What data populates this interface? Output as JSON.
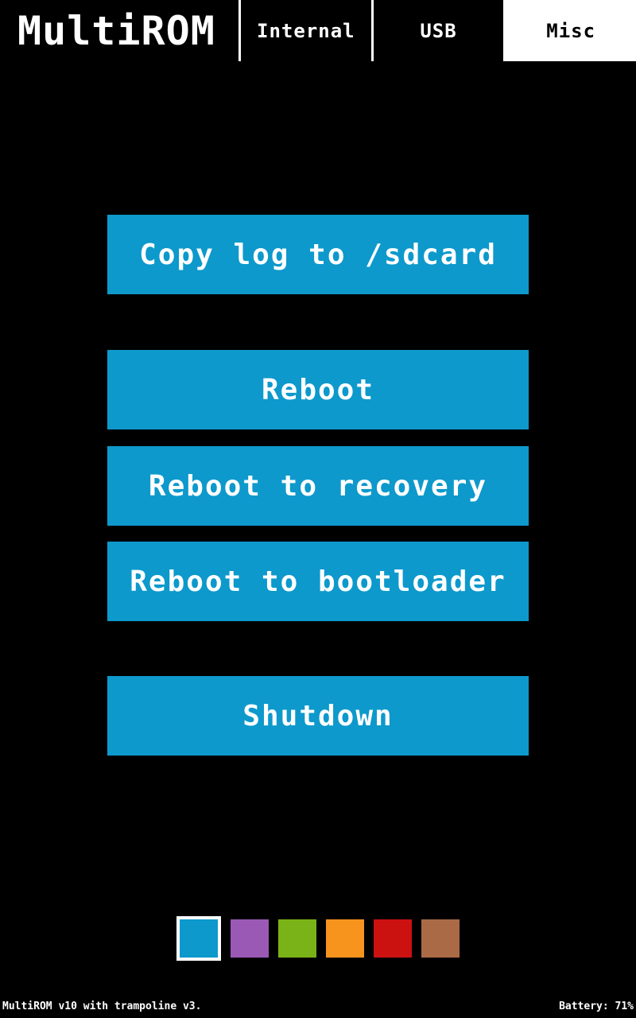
{
  "header": {
    "title": "MultiROM",
    "tabs": [
      {
        "id": "internal",
        "label": "Internal",
        "active": false
      },
      {
        "id": "usb",
        "label": "USB",
        "active": false
      },
      {
        "id": "misc",
        "label": "Misc",
        "active": true
      }
    ]
  },
  "misc": {
    "buttons": [
      {
        "id": "copy-log",
        "label": "Copy log to /sdcard"
      },
      {
        "id": "reboot",
        "label": "Reboot"
      },
      {
        "id": "reboot-recovery",
        "label": "Reboot to recovery"
      },
      {
        "id": "reboot-bootloader",
        "label": "Reboot to bootloader"
      },
      {
        "id": "shutdown",
        "label": "Shutdown"
      }
    ]
  },
  "theme": {
    "accent": "#0d99cc",
    "swatches": [
      {
        "name": "blue",
        "hex": "#0d99cc",
        "selected": true
      },
      {
        "name": "purple",
        "hex": "#9b59b6",
        "selected": false
      },
      {
        "name": "green",
        "hex": "#7ab317",
        "selected": false
      },
      {
        "name": "orange",
        "hex": "#f7941e",
        "selected": false
      },
      {
        "name": "red",
        "hex": "#cc1111",
        "selected": false
      },
      {
        "name": "brown",
        "hex": "#aa6a45",
        "selected": false
      }
    ]
  },
  "statusbar": {
    "left": "MultiROM v10 with trampoline v3.",
    "right": "Battery: 71%"
  }
}
